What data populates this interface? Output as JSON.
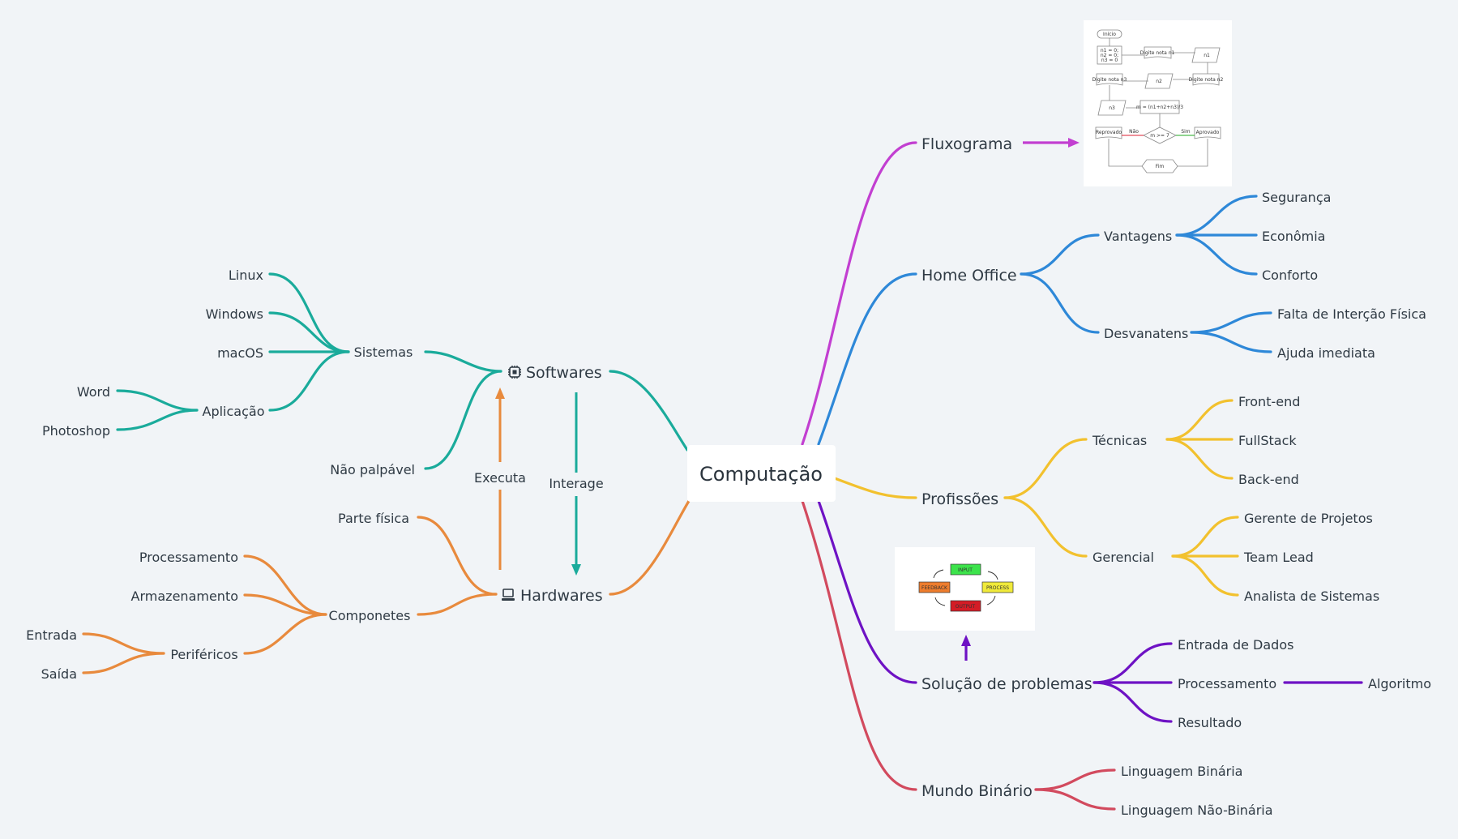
{
  "central": "Computação",
  "colors": {
    "softwares": "#1aab9b",
    "hardwares": "#e88a3d",
    "fluxograma": "#c23fd1",
    "home_office": "#2e88d8",
    "profissoes": "#f2c12e",
    "solucao": "#6e12c4",
    "binario": "#d24a5e"
  },
  "softwares": {
    "label": "Softwares",
    "icon": "chip-icon",
    "sistemas": {
      "label": "Sistemas",
      "items": [
        "Linux",
        "Windows",
        "macOS"
      ]
    },
    "aplicacao": {
      "label": "Aplicação",
      "items": [
        "Word",
        "Photoshop"
      ]
    },
    "nao_palpavel": "Não palpável"
  },
  "hardwares": {
    "label": "Hardwares",
    "icon": "computer-icon",
    "parte_fisica": "Parte física",
    "componetes": {
      "label": "Componetes",
      "items": [
        "Processamento",
        "Armazenamento"
      ]
    },
    "perifericos": {
      "label": "Periféricos",
      "items": [
        "Entrada",
        "Saída"
      ]
    }
  },
  "relations": {
    "executa": "Executa",
    "interage": "Interage"
  },
  "fluxograma": {
    "label": "Fluxograma",
    "image": {
      "inicio": "Início",
      "init_lines": [
        "n1 = 0;",
        "n2 = 0;",
        "n3 = 0"
      ],
      "digite_n1": "Digite nota n1",
      "digite_n2": "Digite nota n2",
      "digite_n3": "Digite nota n3",
      "n1": "n1",
      "n2": "n2",
      "n3": "n3",
      "formula": "m = (n1+n2+n3)/3",
      "cond": "m >= 7",
      "reprovado": "Reprovado",
      "aprovado": "Aprovado",
      "fim": "Fim",
      "sim": "Sim",
      "nao": "Não"
    }
  },
  "home_office": {
    "label": "Home Office",
    "vantagens": {
      "label": "Vantagens",
      "items": [
        "Segurança",
        "Econômia",
        "Conforto"
      ]
    },
    "desvantagens": {
      "label": "Desvanatens",
      "items": [
        "Falta de Interção Física",
        "Ajuda imediata"
      ]
    }
  },
  "profissoes": {
    "label": "Profissões",
    "tecnicas": {
      "label": "Técnicas",
      "items": [
        "Front-end",
        "FullStack",
        "Back-end"
      ]
    },
    "gerencial": {
      "label": "Gerencial",
      "items": [
        "Gerente de Projetos",
        "Team Lead",
        "Analista de Sistemas"
      ]
    }
  },
  "solucao": {
    "label": "Solução de problemas",
    "items": [
      "Entrada de Dados",
      "Processamento",
      "Resultado"
    ],
    "algoritmo": "Algoritmo",
    "cycle": {
      "input": "INPUT",
      "process": "PROCESS",
      "output": "OUTPUT",
      "feedback": "FEEDBACK"
    }
  },
  "binario": {
    "label": "Mundo Binário",
    "items": [
      "Linguagem Binária",
      "Linguagem Não-Binária"
    ]
  }
}
